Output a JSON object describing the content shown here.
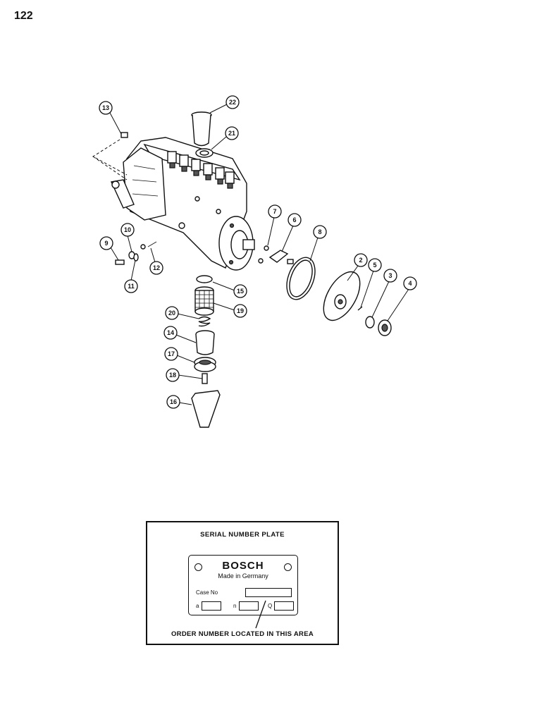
{
  "page": {
    "number": "122"
  },
  "callouts": [
    "13",
    "22",
    "21",
    "10",
    "9",
    "11",
    "12",
    "7",
    "6",
    "8",
    "2",
    "5",
    "3",
    "4",
    "15",
    "19",
    "20",
    "14",
    "17",
    "18",
    "16"
  ],
  "serial_plate": {
    "title": "SERIAL NUMBER PLATE",
    "brand": "BOSCH",
    "origin": "Made in Germany",
    "case_no_label": "Case No",
    "field_letters": [
      "a",
      "n",
      "Q"
    ],
    "footer": "ORDER NUMBER LOCATED IN THIS AREA"
  }
}
